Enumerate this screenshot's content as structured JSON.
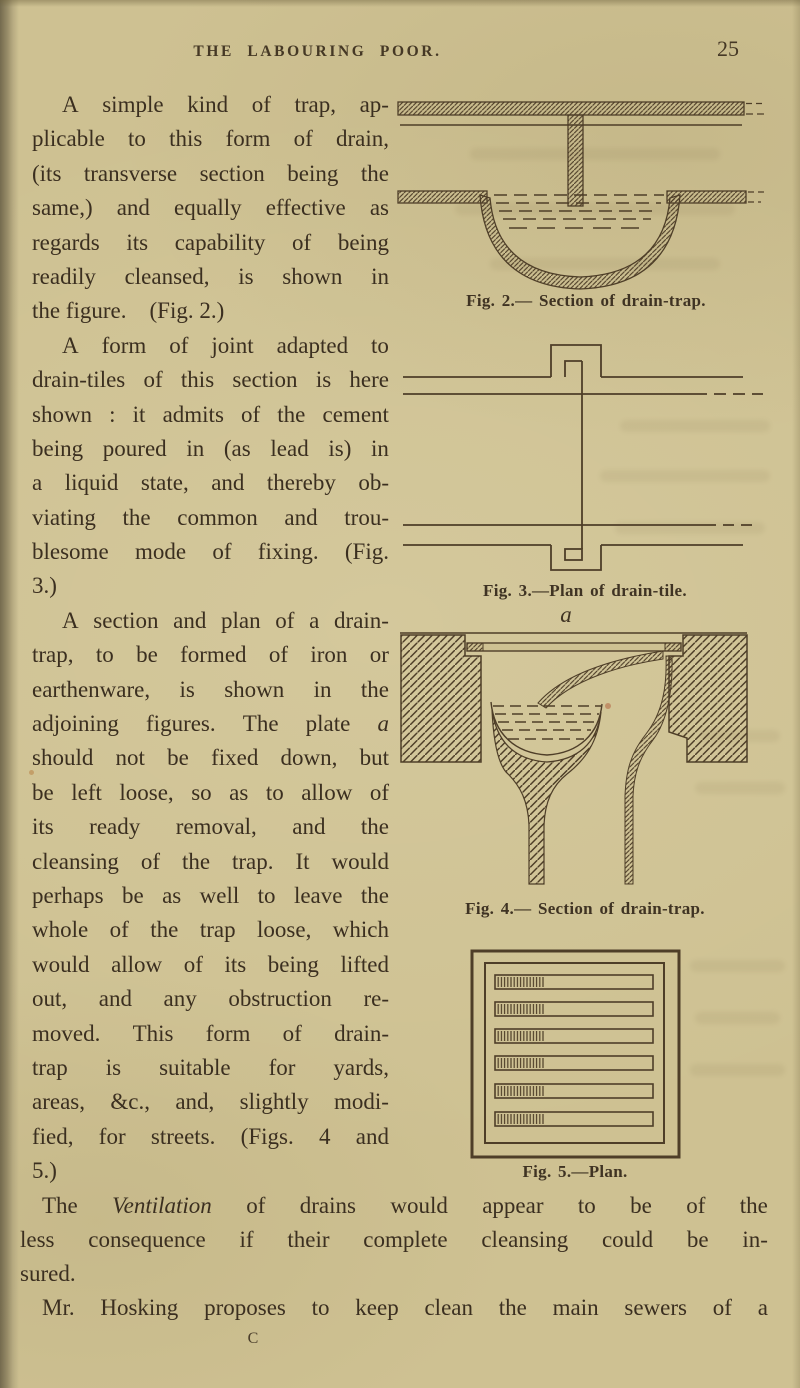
{
  "header": {
    "title": "THE LABOURING POOR.",
    "page_number": "25"
  },
  "column": {
    "lines": [
      {
        "t": "A simple kind of trap, ap-",
        "j": true,
        "i": true
      },
      {
        "t": "plicable to this form of drain,",
        "j": true
      },
      {
        "t": "(its transverse section being the",
        "j": true
      },
      {
        "t": "same,) and equally effective as",
        "j": true
      },
      {
        "t": "regards its capability of being",
        "j": true
      },
      {
        "t": "readily cleansed, is shown in",
        "j": true
      },
      {
        "t": "the figure.    (Fig. 2.)",
        "j": false
      },
      {
        "t": "A form of joint adapted to",
        "j": true,
        "i": true
      },
      {
        "t": "drain-tiles of this section is here",
        "j": true
      },
      {
        "t": "shown : it admits of the cement",
        "j": true
      },
      {
        "t": "being poured in (as lead is) in",
        "j": true
      },
      {
        "t": "a liquid state, and thereby ob-",
        "j": true
      },
      {
        "t": "viating the common and trou-",
        "j": true
      },
      {
        "t": "blesome mode of fixing.  (Fig.",
        "j": true
      },
      {
        "t": "3.)",
        "j": false
      },
      {
        "t": "A section and plan of a drain-",
        "j": true,
        "i": true
      },
      {
        "t": "trap, to be formed of iron or",
        "j": true
      },
      {
        "t": "earthenware, is shown in the",
        "j": true
      },
      {
        "t": "adjoining figures.  The plate *a*",
        "j": true
      },
      {
        "t": "should not be fixed down, but",
        "j": true
      },
      {
        "t": "be left loose, so as to allow of",
        "j": true
      },
      {
        "t": "its ready removal, and the",
        "j": true
      },
      {
        "t": "cleansing of the trap.  It would",
        "j": true
      },
      {
        "t": "perhaps be as well to leave the",
        "j": true
      },
      {
        "t": "whole of the trap loose, which",
        "j": true
      },
      {
        "t": "would allow of its being lifted",
        "j": true
      },
      {
        "t": "out, and any obstruction re-",
        "j": true
      },
      {
        "t": "moved.  This form of drain-",
        "j": true
      },
      {
        "t": "trap is suitable for yards,",
        "j": true
      },
      {
        "t": "areas, &c., and, slightly modi-",
        "j": true
      },
      {
        "t": "fied, for streets.  (Figs. 4 and",
        "j": true
      },
      {
        "t": "5.)",
        "j": false
      }
    ]
  },
  "bottom": {
    "lines": [
      {
        "t": "The *Ventilation* of drains would appear to be of the",
        "j": true,
        "i": true
      },
      {
        "t": "less consequence if their complete cleansing could be in-",
        "j": true
      },
      {
        "t": "sured.",
        "j": false
      },
      {
        "t": "Mr. Hosking proposes to keep clean the main sewers of a",
        "j": true,
        "i": true
      }
    ]
  },
  "signature": "C",
  "figures": {
    "fig2_caption": "Fig. 2.— Section of drain-trap.",
    "fig3_caption": "Fig. 3.—Plan of drain-tile.",
    "fig4_caption": "Fig. 4.— Section of drain-trap.",
    "fig5_caption": "Fig. 5.—Plan.",
    "plate_label": "a"
  },
  "colors": {
    "paper": "#cec192",
    "ink": "#3b2f20",
    "figure_line": "#4e3e28"
  }
}
